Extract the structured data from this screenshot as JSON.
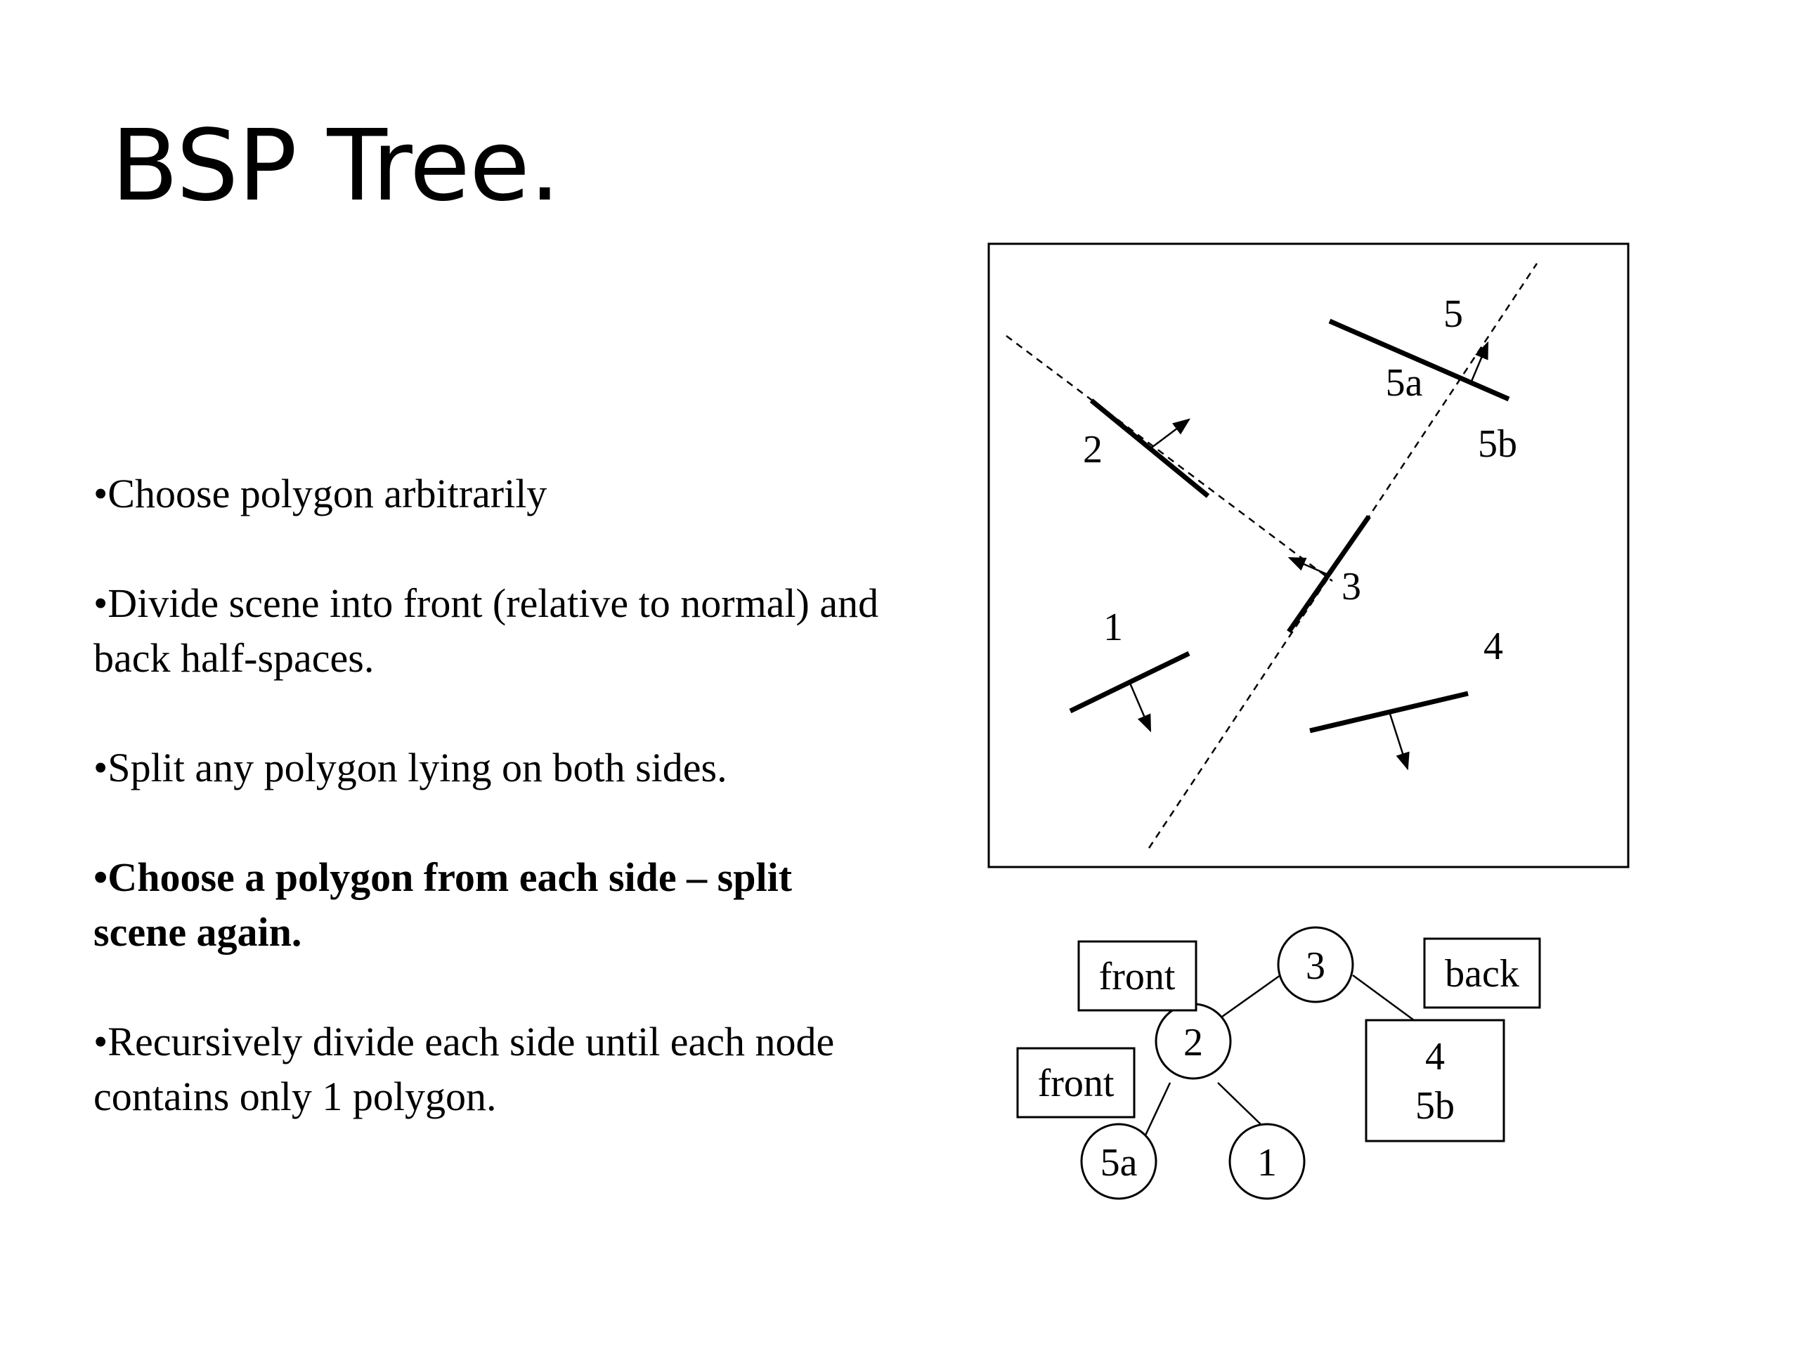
{
  "slide": {
    "title": "BSP Tree."
  },
  "bullets": [
    {
      "text": "•Choose polygon arbitrarily",
      "bold": false
    },
    {
      "text": "•Divide scene into front (relative to normal) and back half-spaces.",
      "bold": false
    },
    {
      "text": "•Split any polygon lying on both sides.",
      "bold": false
    },
    {
      "text": "•Choose a polygon from each side – split scene again.",
      "bold": true
    },
    {
      "text": "•Recursively divide each side until each node contains only 1 polygon.",
      "bold": false
    }
  ],
  "scene": {
    "labels": {
      "p1": "1",
      "p2": "2",
      "p3": "3",
      "p4": "4",
      "p5": "5",
      "p5a": "5a",
      "p5b": "5b"
    }
  },
  "tree": {
    "nodes": {
      "n3": "3",
      "n2": "2",
      "n5a": "5a",
      "n1": "1"
    },
    "leaf_box": [
      "4",
      "5b"
    ],
    "tags": {
      "front_top": "front",
      "back": "back",
      "front_bottom": "front"
    }
  }
}
